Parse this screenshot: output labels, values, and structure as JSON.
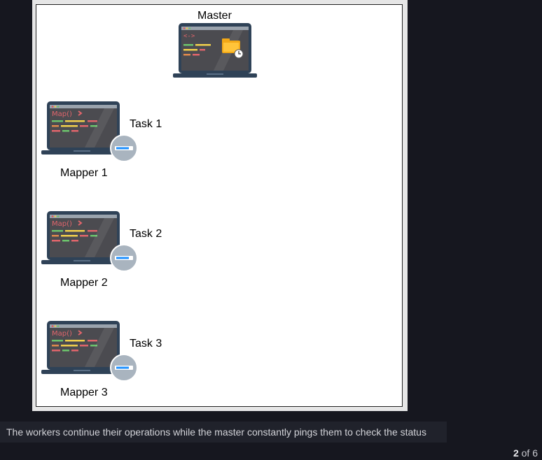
{
  "diagram": {
    "master": {
      "label": "Master"
    },
    "mappers": [
      {
        "name": "Mapper 1",
        "task": "Task 1",
        "code_label": "Map()"
      },
      {
        "name": "Mapper 2",
        "task": "Task 2",
        "code_label": "Map()"
      },
      {
        "name": "Mapper 3",
        "task": "Task 3",
        "code_label": "Map()"
      }
    ]
  },
  "caption": "The workers continue their operations while the master constantly pings them to check the status",
  "pager": {
    "current": "2",
    "of_text": " of 6"
  }
}
